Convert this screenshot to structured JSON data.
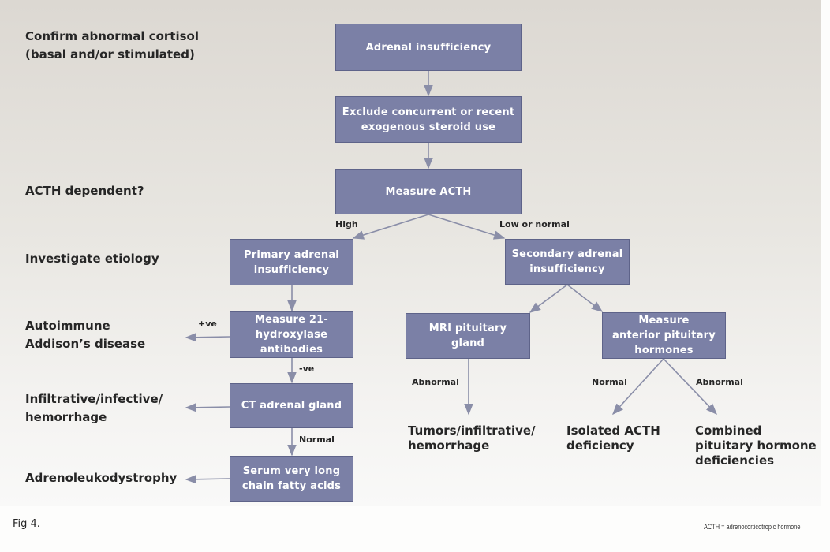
{
  "colors": {
    "box_fill": "#7b80a6",
    "box_border": "#5e6389",
    "arrow": "#8a8ea8",
    "text": "#262626"
  },
  "stages": [
    {
      "label": "Confirm abnormal cortisol\n(basal and/or stimulated)"
    },
    {
      "label": "ACTH dependent?"
    },
    {
      "label": "Investigate etiology"
    },
    {
      "label": "Autoimmune\nAddison’s disease"
    },
    {
      "label": "Infiltrative/infective/\nhemorrhage"
    },
    {
      "label": "Adrenoleukodystrophy"
    }
  ],
  "nodes": {
    "adrenal_insufficiency": "Adrenal insufficiency",
    "exclude_steroid": "Exclude concurrent or recent\nexogenous steroid use",
    "measure_acth": "Measure ACTH",
    "primary": "Primary adrenal\ninsufficiency",
    "secondary": "Secondary adrenal\ninsufficiency",
    "measure_21": "Measure 21-\nhydroxylase\nantibodies",
    "mri": "MRI pituitary gland",
    "measure_anterior": "Measure\nanterior pituitary\nhormones",
    "ct": "CT adrenal gland",
    "serum": "Serum very long\nchain fatty acids"
  },
  "edge_labels": {
    "high": "High",
    "low_or_normal": "Low or normal",
    "positive": "+ve",
    "negative": "-ve",
    "ct_normal": "Normal",
    "mri_abnormal": "Abnormal",
    "anterior_normal": "Normal",
    "anterior_abnormal": "Abnormal"
  },
  "outcomes": {
    "tumors": "Tumors/infiltrative/\nhemorrhage",
    "isolated_acth": "Isolated ACTH\ndeficiency",
    "combined": "Combined\npituitary hormone\ndeficiencies"
  },
  "caption": "Fig 4.",
  "footnote": "ACTH = adrenocorticotropic hormone"
}
